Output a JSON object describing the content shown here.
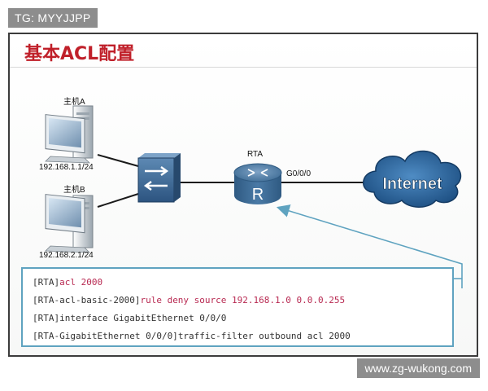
{
  "header_tag": "TG: MYYJJPP",
  "slide": {
    "title": "基本ACL配置"
  },
  "network": {
    "host_a": {
      "name": "主机A",
      "ip": "192.168.1.1/24"
    },
    "host_b": {
      "name": "主机B",
      "ip": "192.168.2.1/24"
    },
    "router": {
      "label": "RTA",
      "symbol": "R",
      "interface": "G0/0/0"
    },
    "cloud": {
      "label": "Internet"
    }
  },
  "commands": [
    {
      "prompt": "[RTA]",
      "text": "acl 2000"
    },
    {
      "prompt": "[RTA-acl-basic-2000]",
      "text": "rule deny source 192.168.1.0 0.0.0.255"
    },
    {
      "prompt": "[RTA]",
      "text": "interface GigabitEthernet 0/0/0"
    },
    {
      "prompt": "[RTA-GigabitEthernet 0/0/0]",
      "text": "traffic-filter outbound acl 2000"
    }
  ],
  "watermark": "www.zg-wukong.com",
  "colors": {
    "title": "#c0202a",
    "command_highlight": "#b82a52",
    "command_box_border": "#5fa3c0",
    "arrow": "#5fa3c0",
    "cloud": "#2f6fa6",
    "router": "#3f6d96"
  }
}
